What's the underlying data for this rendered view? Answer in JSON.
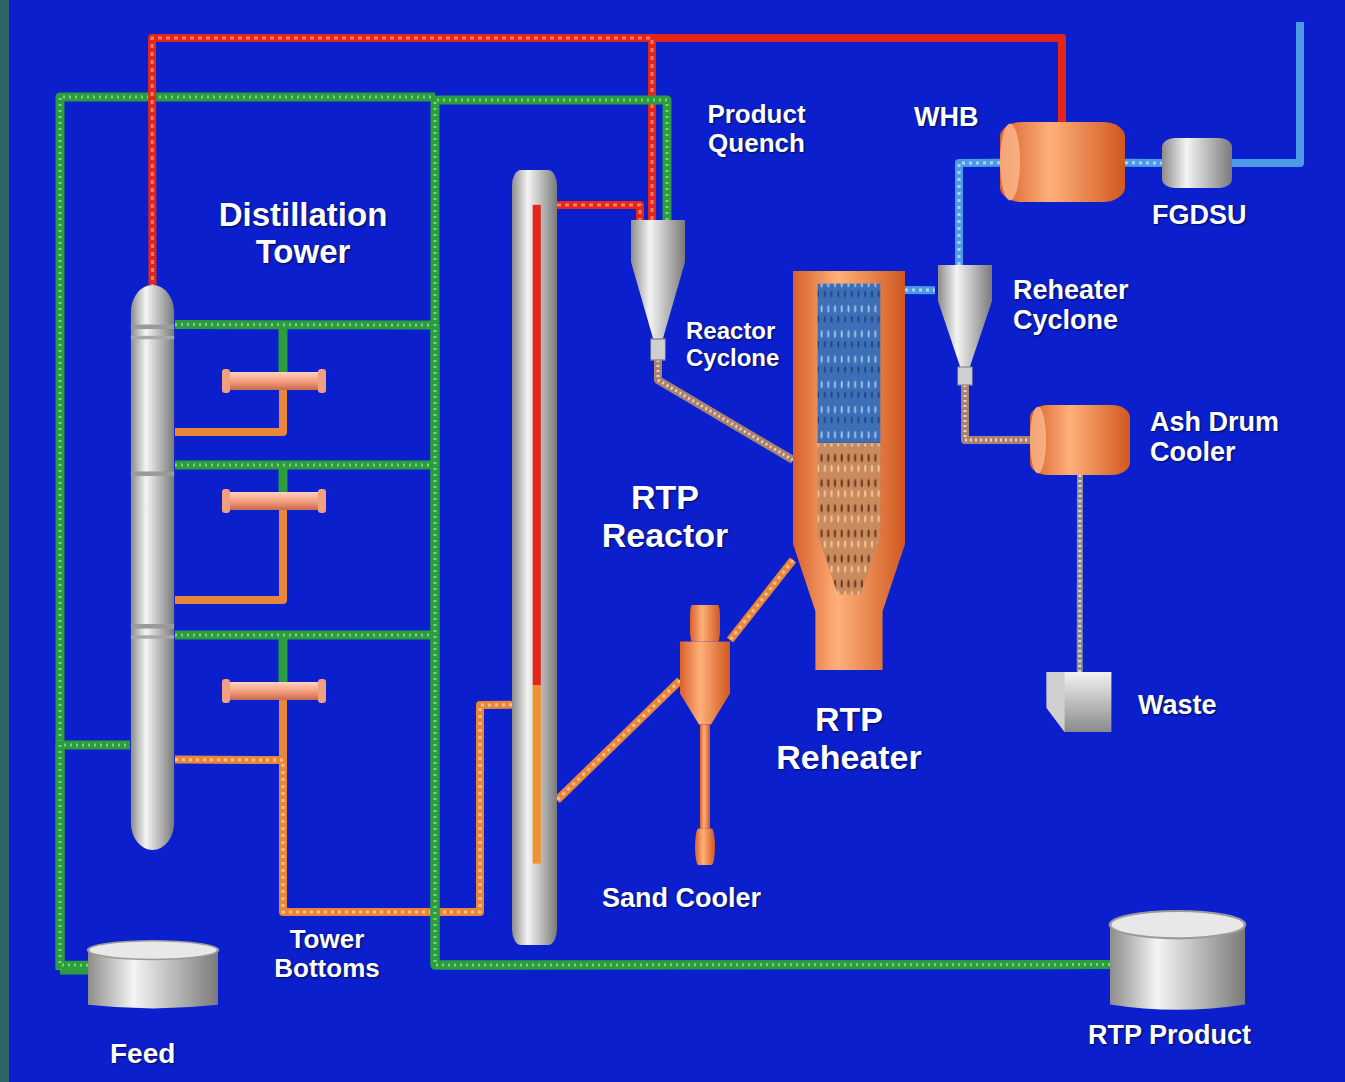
{
  "diagram": {
    "nodes": [
      {
        "text": [
          "Distillation Tower"
        ]
      },
      {
        "text": [
          "Feed"
        ]
      },
      {
        "text": [
          "RTP Reactor"
        ]
      },
      {
        "text": [
          "Reactor Cyclone"
        ]
      },
      {
        "text": [
          "RTP Reheater"
        ]
      },
      {
        "text": [
          "Sand Cooler"
        ]
      },
      {
        "text": [
          "Reheater Cyclone"
        ]
      },
      {
        "text": [
          "WHB"
        ]
      },
      {
        "text": [
          "FGDSU"
        ]
      },
      {
        "text": [
          "Ash Drum Cooler"
        ]
      },
      {
        "text": [
          "Waste"
        ]
      },
      {
        "text": [
          "RTP Product"
        ]
      }
    ],
    "edges": [
      {
        "from": 1,
        "to": 0,
        "arrow": "none"
      },
      {
        "from": 0,
        "to": 2,
        "label": "Tower Bottoms",
        "arrow": "none"
      },
      {
        "from": 2,
        "to": 3,
        "arrow": "none"
      },
      {
        "from": 3,
        "to": 0,
        "arrow": "none"
      },
      {
        "from": 3,
        "to": 4,
        "arrow": "none"
      },
      {
        "from": 4,
        "to": 5,
        "arrow": "none"
      },
      {
        "from": 5,
        "to": 2,
        "arrow": "none"
      },
      {
        "from": 4,
        "to": 6,
        "arrow": "none"
      },
      {
        "from": 6,
        "to": 7,
        "arrow": "none"
      },
      {
        "from": 7,
        "to": 8,
        "arrow": "none"
      },
      {
        "from": 6,
        "to": 9,
        "arrow": "none"
      },
      {
        "from": 9,
        "to": 10,
        "arrow": "none"
      },
      {
        "from": 0,
        "to": 11,
        "arrow": "none"
      },
      {
        "from": 11,
        "to": 3,
        "label": "Product Quench",
        "arrow": "none"
      }
    ]
  }
}
